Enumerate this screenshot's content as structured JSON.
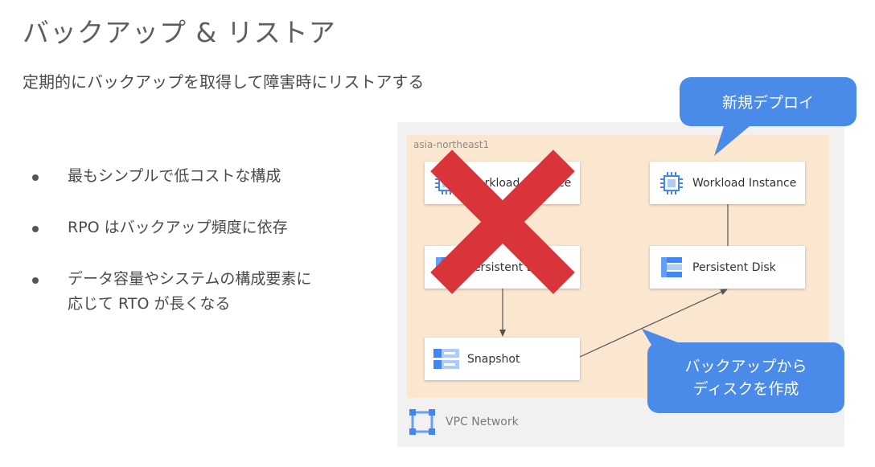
{
  "slide": {
    "title": "バックアップ & リストア",
    "subtitle": "定期的にバックアップを取得して障害時にリストアする"
  },
  "bullets": [
    {
      "text": "最もシンプルで低コストな構成"
    },
    {
      "text": "RPO はバックアップ頻度に依存"
    },
    {
      "text": "データ容量やシステムの構成要素に"
    },
    {
      "text": "応じて RTO が長くなる"
    }
  ],
  "diagram": {
    "region_label": "asia-northeast1",
    "network_label": "VPC Network",
    "nodes": {
      "left_instance": {
        "label": "Workload Instance",
        "icon": "compute-chip-icon"
      },
      "left_disk": {
        "label": "Persistent Disk",
        "icon": "persistent-disk-icon"
      },
      "snapshot": {
        "label": "Snapshot",
        "icon": "snapshot-icon"
      },
      "right_instance": {
        "label": "Workload Instance",
        "icon": "compute-chip-icon"
      },
      "right_disk": {
        "label": "Persistent Disk",
        "icon": "persistent-disk-icon"
      }
    },
    "callouts": {
      "new_deploy": "新規デプロイ",
      "restore_line1": "バックアップから",
      "restore_line2": "ディスクを作成"
    },
    "failure_mark": "cross-mark-icon"
  },
  "colors": {
    "callout": "#4a8ae8",
    "region": "#fbe6cf",
    "cross": "#d9343a",
    "icon_blue": "#4285f4"
  }
}
